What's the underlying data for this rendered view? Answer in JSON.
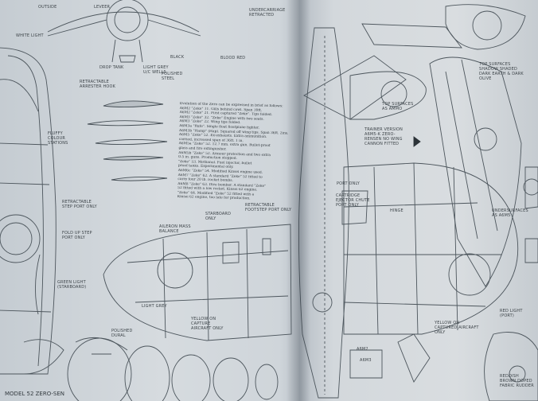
{
  "labels": {
    "outside": "OUTSIDE",
    "leveer": "LEVEER",
    "undercarriage_retracted": "UNDERCARRIAGE RETRACTED",
    "white_light": "WHITE LIGHT",
    "drop_tank": "DROP TANK",
    "black": "BLACK",
    "light_grey_uc_wells": "LIGHT GREY U/C WELLS",
    "blood_red": "BLOOD RED",
    "polished_steel": "POLISHED STEEL",
    "retractable_arrester_hook": "RETRACTABLE ARRESTER HOOK",
    "fluffy_colour_stations": "FLUFFY COLOUR STATIONS",
    "retractable_step_port_only": "RETRACTABLE STEP PORT ONLY",
    "fold_up_step_port_only": "FOLD UP STEP PORT ONLY",
    "green_light": "GREEN LIGHT (STARBOARD)",
    "aileron_mass_balance": "AILERON MASS BALANCE",
    "starboard_only": "STARBOARD ONLY",
    "retractable_footstep": "RETRACTABLE FOOTSTEP PORT ONLY",
    "light_grey": "LIGHT GREY",
    "polished_dural": "POLISHED DURAL",
    "yellow_captured_left": "YELLOW ON CAPTURE AIRCRAFT ONLY",
    "port_only": "PORT ONLY",
    "cartridge_ejector": "CARTRIDGE EJECTOR CHUTE PORT ONLY",
    "hinge": "HINGE",
    "trainer_version": "TRAINER VERSION A6M5-K ZERO-RENSEN NO WING CANNON FITTED",
    "top_surfaces_as_ammo": "TOP SURFACES AS AMMO",
    "top_surfaces_shadow": "TOP SURFACES SHADOW SHADED DARK EARTH & DARK OLIVE",
    "undersurfaces_as_a6m5": "UNDERSURFACES AS A6M5",
    "yellow_captured_right": "YELLOW ON CAPTURED AIRCRAFT ONLY",
    "red_light": "RED LIGHT (PORT)",
    "a6m2": "A6M2",
    "a6m3": "A6M3",
    "rudder_note": "REDDISH BROWN DOPED FABRIC RUDDER",
    "title": "MODEL 52 ZERO-SEN"
  },
  "notes": [
    "Evolution of the Zero can be expressed in brief as follows:",
    "A6M2 \"Zeke\" 11. Gills behind cowl. Span 39ft.",
    "A6M2 \"Zeke\" 21. First captured \"Zeke\". Tips folded.",
    "A6M3 \"Zeke\" 32. \"Zeke\" Engine with two seats.",
    "A6M3 \"Zeke\" 22. Wing tips folded.",
    "A6M3a \"Rufe\". Single float floatplane fighter.",
    "A6M3b \"Hamp\" (Hap). Squared off wing tips. Span 36ft. 2ins.",
    "A6M5 \"Zeke\" 52. Ex-exhausts. Extra ammunition.",
    "carried, increased span of 36ft. 1 in.",
    "A6M5a \"Zeke\" 52. 12.7 mm. extra gun. Bullet-proof",
    "glass and fire extinguisher.",
    "A6M5b \"Zeke\" 52. Armour protection and two extra",
    "0.5 in. guns. Production stopped.",
    "\"Zeke\" 53. Methanol. Fuel injector, bullet",
    "proof tanks. Experimental only.",
    "A6M6c \"Zeke\" 54. Modified Kinsei engine used.",
    "A6M7 \"Zeke\" 62. A standard \"Zeke\" 52 fitted to",
    "carry four 20 lb. rocket bombs.",
    "A6M8 \"Zeke\" 63. Dive bomber. A standard \"Zeke\"",
    "52 fitted with a low rocket. Kinsei 62 engine.",
    "\"Zeke\" 64. Modified \"Zeke\" 52 fitted with a",
    "Kinsei 62 engine, too late for production."
  ]
}
